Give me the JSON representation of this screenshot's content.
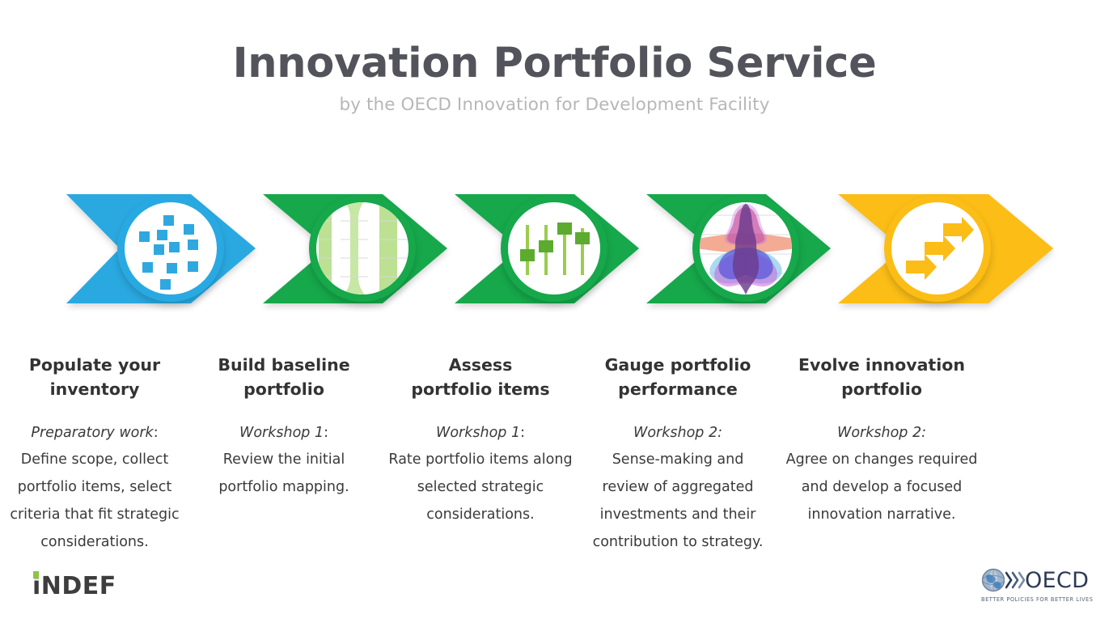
{
  "header": {
    "title": "Innovation Portfolio Service",
    "subtitle": "by the OECD Innovation for Development Facility",
    "title_color": "#53535b",
    "subtitle_color": "#b7b7b7"
  },
  "process": {
    "stages": [
      {
        "index": 1,
        "heading_line1": "Populate your",
        "heading_line2": "inventory",
        "lead": "Preparatory work",
        "lead_suffix": ":",
        "body": "Define scope, collect portfolio items, select criteria that fit strategic considerations.",
        "color": "#29a9e1",
        "icon": "scatter-squares-icon"
      },
      {
        "index": 2,
        "heading_line1": "Build baseline",
        "heading_line2": "portfolio",
        "lead": "Workshop 1",
        "lead_suffix": ":",
        "body": "Review the initial portfolio mapping.",
        "color": "#16a84b",
        "icon": "portfolio-mapping-icon"
      },
      {
        "index": 3,
        "heading_line1": "Assess",
        "heading_line2": "portfolio items",
        "lead": "Workshop 1",
        "lead_suffix": ":",
        "body": "Rate portfolio items along selected  strategic considerations.",
        "color": "#16a84b",
        "icon": "sliders-icon"
      },
      {
        "index": 4,
        "heading_line1": "Gauge portfolio",
        "heading_line2": "performance",
        "lead": "Workshop 2:",
        "lead_suffix": "",
        "body": "Sense-making and review of aggregated investments and their contribution to strategy.",
        "color": "#16a84b",
        "icon": "violin-plot-icon"
      },
      {
        "index": 5,
        "heading_line1": "Evolve innovation",
        "heading_line2": "portfolio",
        "lead": "Workshop 2:",
        "lead_suffix": "",
        "body": "Agree on changes required and develop a focused innovation narrative.",
        "color": "#fbbd16",
        "icon": "ascending-arrows-icon"
      }
    ]
  },
  "footer": {
    "indef_logo_text": "iNDEF",
    "oecd_logo_text": "OECD",
    "oecd_tagline": "BETTER POLICIES FOR BETTER LIVES"
  }
}
